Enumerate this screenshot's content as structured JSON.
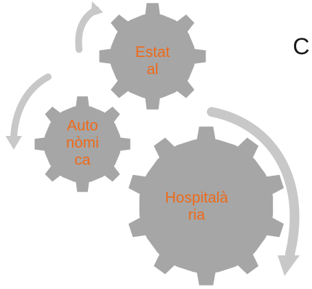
{
  "colors": {
    "gear": "#a6a6a6",
    "arrow": "#c8c8c8",
    "label": "#ee6a1a",
    "background": "#ffffff"
  },
  "gears": {
    "top": {
      "label": "Estat\nal"
    },
    "left": {
      "label": "Auto\nnòmi\nca"
    },
    "big": {
      "label": "Hospitalà\nria"
    }
  },
  "side_text": "C"
}
